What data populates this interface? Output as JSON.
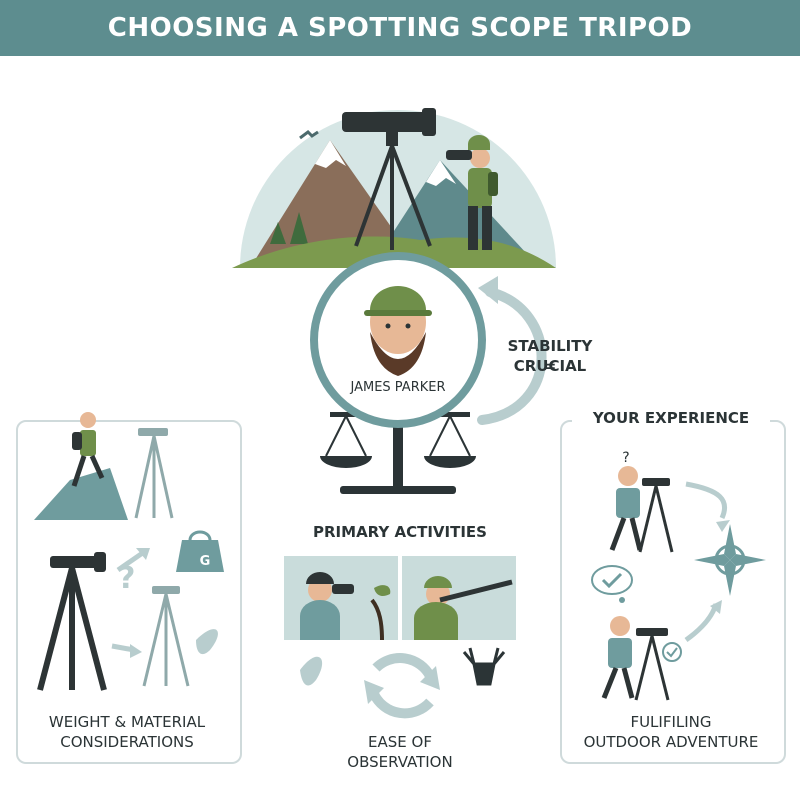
{
  "title": "CHOOSING A SPOTTING SCOPE TRIPOD",
  "center": {
    "name": "JAMES PARKER",
    "stability_line1": "STABILITY =",
    "stability_line2": "CRUCIAL"
  },
  "left_panel": {
    "caption_line1": "WEIGHT & MATERIAL",
    "caption_line2": "CONSIDERATIONS",
    "weight_badge": "G"
  },
  "middle": {
    "heading": "PRIMARY ACTIVITIES",
    "caption_line1": "EASE OF",
    "caption_line2": "OBSERVATION"
  },
  "right_panel": {
    "heading": "YOUR EXPERIENCE",
    "caption_line1": "FULIFILING",
    "caption_line2": "OUTDOOR ADVENTURE",
    "thought_mark": "?"
  },
  "colors": {
    "banner": "#5d8d8f",
    "teal": "#6f9c9e",
    "dark": "#2b3436",
    "green": "#6f8f4a",
    "panel_border": "#cfdadb",
    "arrow": "#b8cdce"
  }
}
